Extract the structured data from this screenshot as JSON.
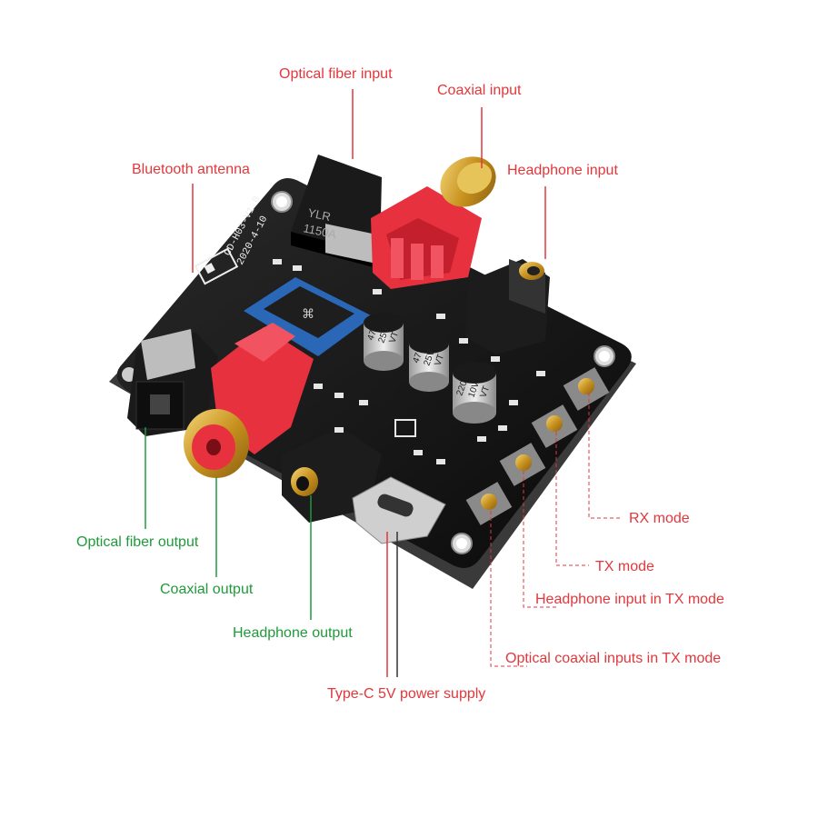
{
  "labels": {
    "optical_fiber_input": "Optical fiber input",
    "coaxial_input": "Coaxial input",
    "bluetooth_antenna": "Bluetooth antenna",
    "headphone_input": "Headphone input",
    "optical_fiber_output": "Optical fiber output",
    "coaxial_output": "Coaxial output",
    "headphone_output": "Headphone output",
    "type_c_power": "Type-C 5V power supply",
    "rx_mode": "RX mode",
    "tx_mode": "TX mode",
    "headphone_input_tx": "Headphone input in TX mode",
    "optical_coaxial_tx": "Optical coaxial inputs in TX mode"
  },
  "board": {
    "silkscreen_model": "CD-H03-V1.0",
    "silkscreen_date": "2020-4-10",
    "toslink_marking_1": "YLR",
    "toslink_marking_2": "1150A",
    "cap1_marking": [
      "47",
      "25V",
      "VT"
    ],
    "cap2_marking": [
      "47",
      "25V",
      "VT"
    ],
    "cap3_marking": [
      "220",
      "10V",
      "VT"
    ]
  },
  "colors": {
    "input_label": "#e2373b",
    "output_label": "#1f9a3a",
    "pcb": "#121212",
    "rca_housing": "#e8313f",
    "gold": "#d4a02a"
  },
  "icons": {
    "board": "bluetooth-audio-board-photo"
  }
}
